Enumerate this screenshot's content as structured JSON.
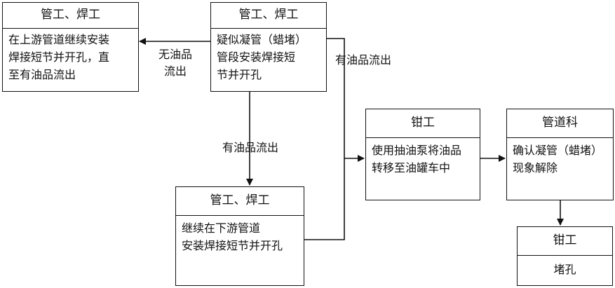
{
  "diagram": {
    "nodes": {
      "upstream": {
        "header": "管工、焊工",
        "body": "在上游管道继续安装\n焊接短节并开孔，直\n至有油品流出"
      },
      "suspected": {
        "header": "管工、焊工",
        "body": "疑似凝管（蜡堵）\n管段安装焊接短\n节并开孔"
      },
      "downstream": {
        "header": "管工、焊工",
        "body": "继续在下游管道\n安装焊接短节并开孔"
      },
      "pump": {
        "header": "钳工",
        "body": "使用抽油泵将油品\n转移至油罐车中"
      },
      "confirm": {
        "header": "管道科",
        "body": "确认凝管（蜡堵）\n现象解除"
      },
      "plug": {
        "header": "钳工",
        "body": "堵孔"
      }
    },
    "edge_labels": {
      "no_oil": "无油品\n流出",
      "oil_right": "有油品流出",
      "oil_down": "有油品流出"
    },
    "line_color": "#111111"
  }
}
